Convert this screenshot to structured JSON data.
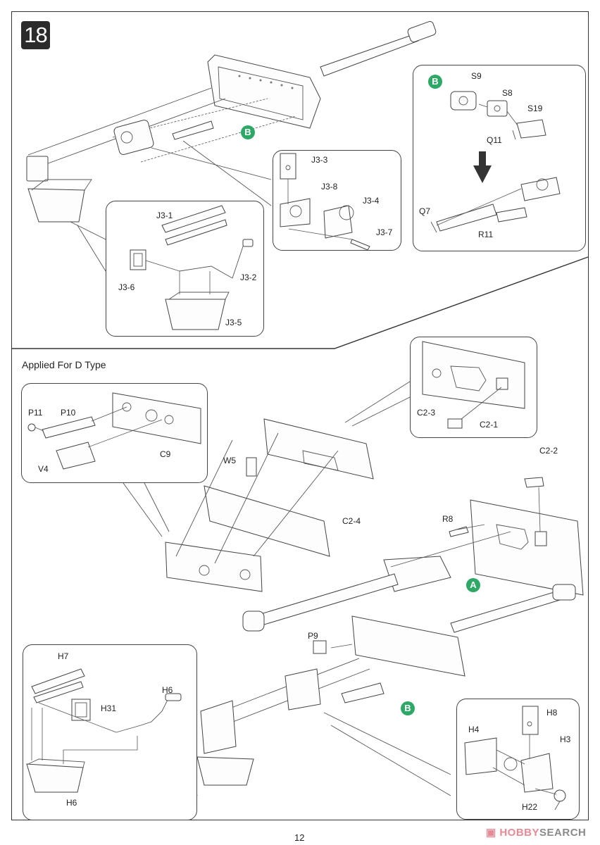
{
  "page": {
    "page_number": "12",
    "step_number": "18",
    "section_title": "Applied For D Type",
    "watermark": {
      "logo_icon": "hobby-search-logo-icon",
      "text_a": "HOBBY",
      "text_b": "SEARCH"
    }
  },
  "markers": {
    "b_top": "B",
    "b_callout": "B",
    "a_marker": "A",
    "b_bottom": "B"
  },
  "callouts": {
    "subassembly_b": {
      "labels": {
        "s9": "S9",
        "s8": "S8",
        "s19": "S19",
        "q11": "Q11",
        "q7": "Q7",
        "r11": "R11"
      },
      "arrow_icon": "down-arrow-icon"
    },
    "j3_breech": {
      "labels": {
        "j3_3": "J3-3",
        "j3_8": "J3-8",
        "j3_4": "J3-4",
        "j3_7": "J3-7"
      }
    },
    "j3_guard": {
      "labels": {
        "j3_1": "J3-1",
        "j3_6": "J3-6",
        "j3_2": "J3-2",
        "j3_5": "J3-5"
      }
    },
    "d_type_mantlet": {
      "labels": {
        "p11": "P11",
        "p10": "P10",
        "c9": "C9",
        "v4": "V4"
      }
    },
    "c2_plate": {
      "labels": {
        "c2_3": "C2-3",
        "c2_1": "C2-1"
      }
    },
    "h_guard": {
      "labels": {
        "h7": "H7",
        "h31": "H31",
        "h6_top": "H6",
        "h6_bottom": "H6"
      }
    },
    "h_breech": {
      "labels": {
        "h8": "H8",
        "h4": "H4",
        "h3": "H3",
        "h22": "H22"
      }
    }
  },
  "main_labels": {
    "w5": "W5",
    "c2_4": "C2-4",
    "c2_2": "C2-2",
    "r8": "R8",
    "p9": "P9"
  }
}
